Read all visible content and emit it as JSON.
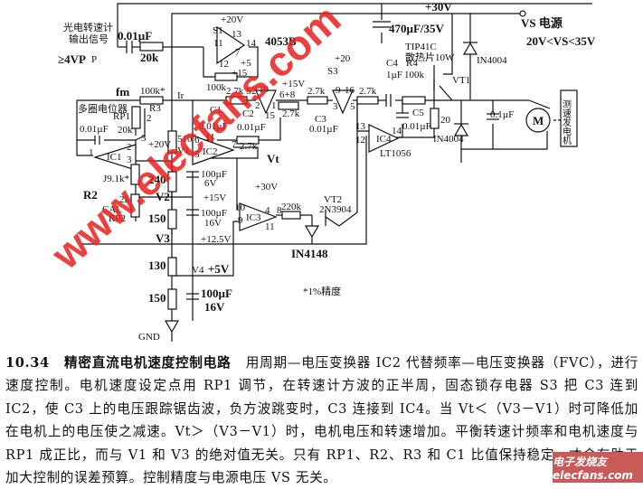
{
  "labels": {
    "rail_30v": "+30V",
    "tacho_l1": "光电转速计",
    "tacho_l2": "输出信号",
    "c_in": "0.01µF",
    "r_in": "20k",
    "vp": "≥4VP",
    "p": "P",
    "fm": "fm",
    "s1_20v": "+20V",
    "s1": "S1",
    "s1_13": "13",
    "s1_11": "11",
    "s1_14": "14",
    "chip_4053": "4053B",
    "s1_7": "7",
    "s1_12": "12",
    "s1_p5": "+5",
    "s1_p15": "+15",
    "r_100k": "100k",
    "r3_val": "100k*",
    "r3": "R3",
    "ir": "Ir",
    "pot": "多圈电位器",
    "rp1": "RP1",
    "rp1_val": "20k",
    "rp1_2": "2",
    "rp1_3": "3",
    "c_ic1": "0.01µF",
    "s2_r": "2.7k S2",
    "s2_10": "10",
    "s2_15v": "+15V",
    "s2_68": "6+8",
    "s2_2": "2",
    "s2_1": "1",
    "s2_15": "15",
    "r_27a": "2.7k",
    "r_27b": "2.7k",
    "r_27c": "2.7k",
    "r_27d": "2.7k",
    "c1": "C1",
    "c1_val": "0.01µF",
    "c2": "C2",
    "c2_val": "0.01µF",
    "r_510": "510",
    "vt": "Vt",
    "ic2": "IC2",
    "ic2_6": "6",
    "ic2_5": "5",
    "ic2_7": "7",
    "ic1_20v": "+20V",
    "v1": "V1",
    "ic1": "IC1",
    "ic1_1": "1",
    "ic1_2": "2",
    "ic1_3": "3",
    "s3_20": "+20",
    "s3": "S3",
    "s3_9": "9",
    "s3_16": "16",
    "s3_3": "3",
    "s3_5": "5",
    "c3": "C3",
    "c3_val": "0.01µF",
    "c4": "C4",
    "c4_val": "1µF",
    "r4": "R4",
    "r4_val": "100k",
    "c5": "C5",
    "c5_val": "0.01µF",
    "r_20": "20",
    "d_in4004a": "IN4004",
    "ic4_13": "13",
    "ic4_12": "12",
    "ic4_14": "14",
    "ic4": "IC4",
    "lt1056": "LT1056",
    "tip41c": "TIP41C",
    "heatsink": "散热片10W",
    "vt1": "VT1",
    "d_in4004b": "IN4004",
    "c_470": "470µF/35V",
    "vs_supply": "VS 电源",
    "vs_range": "20V<VS<35V",
    "c_01": "0.1µF",
    "motor": "M",
    "tachogen": "测速发电机",
    "r2_val": "J9.1k*",
    "r2": "R2",
    "rp2_val": "2k",
    "cal": "CAL",
    "rp2": "RP2",
    "r_240": "240",
    "c_100a": "100µF",
    "c_100a_v": "6V",
    "v2": "V2",
    "v2_15": "+15V",
    "r_150a": "150",
    "c_100b": "100µF",
    "c_100b_v": "16V",
    "v3": "V3",
    "v3_125": "+12.5V",
    "r_130": "130",
    "v4": "V4",
    "v4_5": "+5V",
    "r_150b": "150",
    "c_100c": "100µF",
    "c_100c_v": "16V",
    "gnd": "GND",
    "ic3_30v": "+30V",
    "ic3_10": "10",
    "ic3_9": "9",
    "ic3_4": "4",
    "ic3_8": "8",
    "ic3": "IC3",
    "ic3_11": "11",
    "r_220k": "220k",
    "vt2": "VT2",
    "vt2_type": "2N3904",
    "d_in4148": "IN4148",
    "precision": "*1%精度"
  },
  "watermark": "www.elecfans.com",
  "caption": {
    "number": "10.34",
    "title": "精密直流电机速度控制电路",
    "body": "用周期—电压变换器 IC2 代替频率—电压变换器（FVC），进行速度控制。电机速度设定点用 RP1 调节，在转速计方波的正半周，固态锁存电器 S3 把 C3 连到 IC2，使 C3 上的电压跟踪锯齿波，负方波跳变时，C3 连接到 IC4。当 Vt＜（V3－V1）时可降低加在电机上的电压使之减速。Vt＞（V3－V1）时，电机电压和转速增加。平衡转速计频率和电机速度与 RP1 成正比，而与 V1 和 V3 的绝对值无关。只有 RP1、R2、R3 和 C1 比值保持稳定，才会有助于加大控制的误差预算。控制精度与电源电压 VS 无关。"
  },
  "logo": "电子发烧友 elecfans.com"
}
